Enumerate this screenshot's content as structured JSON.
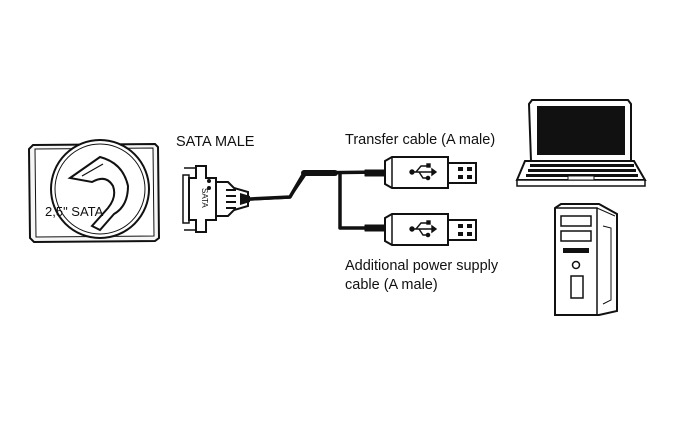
{
  "labels": {
    "hdd": "2,5\" SATA",
    "sata_male": "SATA MALE",
    "adapter_text": "SATA",
    "transfer_cable": "Transfer cable (A male)",
    "power_cable_line1": "Additional power supply",
    "power_cable_line2": "cable (A male)"
  },
  "icons": {
    "hdd": "hard-drive-icon",
    "adapter": "sata-adapter-icon",
    "usb_plug": "usb-a-plug-icon",
    "laptop": "laptop-icon",
    "desktop": "desktop-tower-icon"
  },
  "colors": {
    "line": "#111111",
    "fill_light": "#f4f4f4",
    "background": "#ffffff"
  }
}
